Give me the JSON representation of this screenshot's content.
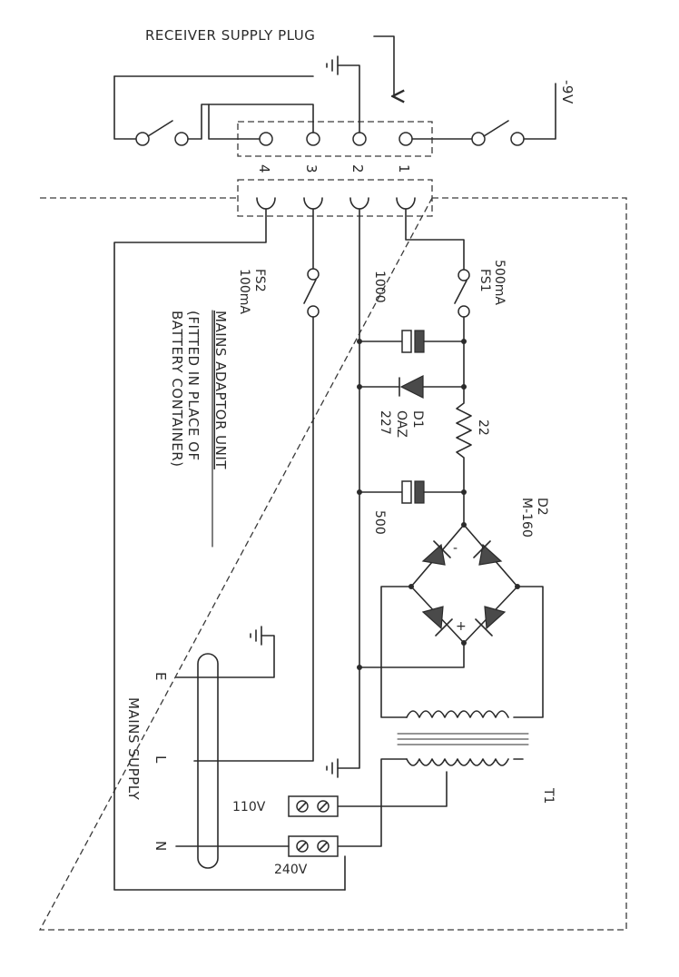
{
  "labels": {
    "receiver_supply_plug": "RECEIVER  SUPPLY  PLUG",
    "neg_9v": "-9V",
    "pin_4": "4",
    "pin_3": "3",
    "pin_2": "2",
    "pin_1": "1",
    "fs1_name": "FS1",
    "fs1_rating": "500mA",
    "fs2_name": "FS2",
    "fs2_rating": "100mA",
    "cap_top": "1000",
    "cap_bottom": "500",
    "d1_name": "D1",
    "d1_type": "OAZ",
    "d1_num": "227",
    "resistor": "22",
    "d2_name": "D2",
    "d2_type": "M-160",
    "bridge_minus": "-",
    "bridge_plus": "+",
    "unit_title": "MAINS  ADAPTOR  UNIT",
    "unit_note_1": "(FITTED  IN  PLACE  OF",
    "unit_note_2": "BATTERY  CONTAINER)",
    "mains_supply": "MAINS  SUPPLY",
    "terminal_e": "E",
    "terminal_l": "L",
    "terminal_n": "N",
    "tap_110": "110V",
    "tap_240": "240V",
    "transformer": "T1"
  }
}
